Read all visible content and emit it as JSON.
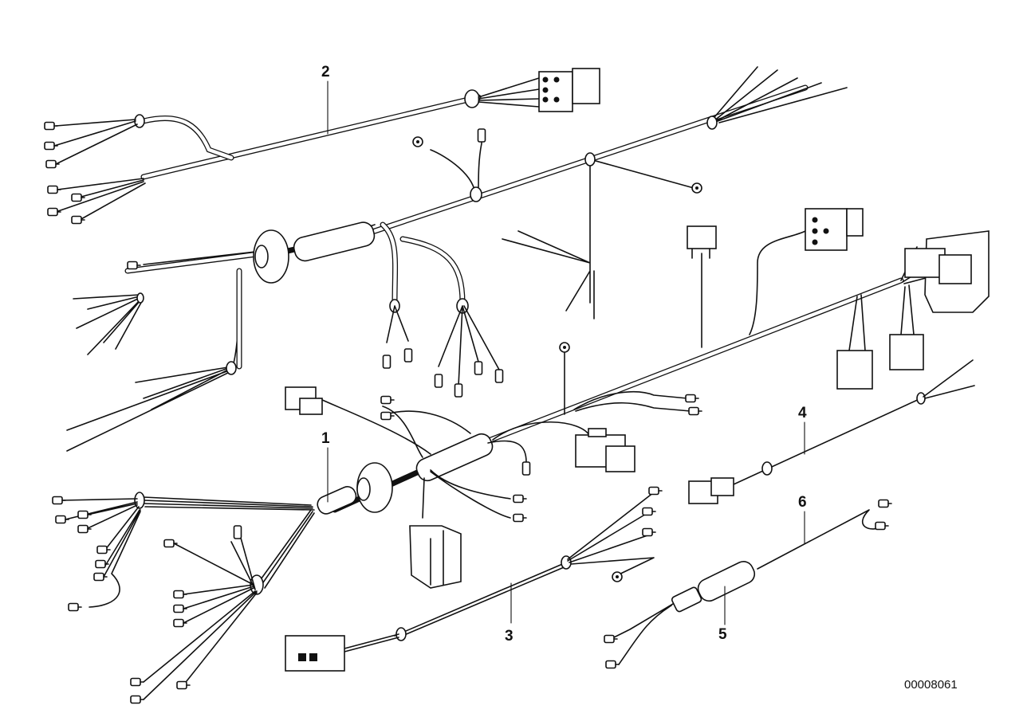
{
  "diagram": {
    "callouts": [
      {
        "id": "1",
        "text": "1"
      },
      {
        "id": "2",
        "text": "2"
      },
      {
        "id": "3",
        "text": "3"
      },
      {
        "id": "4",
        "text": "4"
      },
      {
        "id": "5",
        "text": "5"
      },
      {
        "id": "6",
        "text": "6"
      }
    ],
    "document_number": "00008061"
  }
}
